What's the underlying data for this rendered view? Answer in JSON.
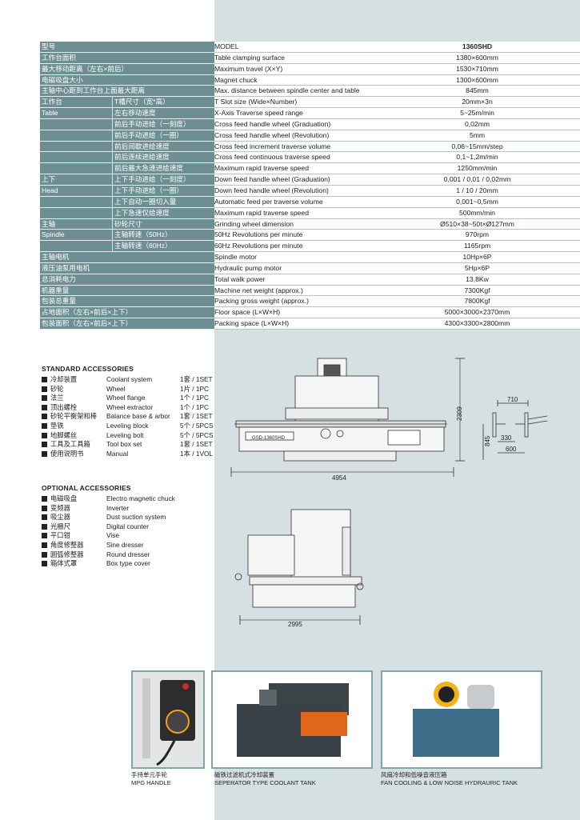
{
  "spec_table": {
    "header": {
      "cn": "型号",
      "en": "MODEL",
      "val": "1360SHD"
    },
    "rows": [
      {
        "cn1": "工作台面积",
        "cn2": "",
        "en": "Table clamping surface",
        "val": "1380×600mm"
      },
      {
        "cn1": "最大移动距离（左右×前后）",
        "cn2": "",
        "en": "Maximum travel (X×Y)",
        "val": "1530×710mm"
      },
      {
        "cn1": "电磁吸盘大小",
        "cn2": "",
        "en": "Magnet chuck",
        "val": "1300×600mm"
      },
      {
        "cn1": "主轴中心距到工作台上面最大距离",
        "cn2": "",
        "en": "Max. distance between spindle center and table",
        "val": "845mm"
      },
      {
        "cn1": "工作台",
        "cn2": "T槽尺寸（宽*高）",
        "en": "T Slot size (Wide×Number)",
        "val": "20mm×3n"
      },
      {
        "cn1": "Table",
        "cn2": "左右移动速度",
        "en": "X-Axis Traverse speed range",
        "val": "5~25m/min"
      },
      {
        "cn1": "",
        "cn2": "前后手动进给（一刻度）",
        "en": "Cross feed handle wheel (Graduation)",
        "val": "0,02mm"
      },
      {
        "cn1": "",
        "cn2": "前后手动进给（一圈）",
        "en": "Cross feed handle wheel (Revolution)",
        "val": "5mm"
      },
      {
        "cn1": "",
        "cn2": "前后间歇进给速度",
        "en": "Cross feed increment traverse volume",
        "val": "0,06~15mm/step"
      },
      {
        "cn1": "",
        "cn2": "前后连续进给速度",
        "en": "Cross feed continuous traverse speed",
        "val": "0,1~1,2m/min"
      },
      {
        "cn1": "",
        "cn2": "前后最大急速进给速度",
        "en": "Maximum rapid traverse speed",
        "val": "1250mm/min"
      },
      {
        "cn1": "上下",
        "cn2": "上下手动进给（一刻度）",
        "en": "Down feed handle wheel (Graduation)",
        "val": "0,001 / 0,01 / 0,02mm"
      },
      {
        "cn1": "Head",
        "cn2": "上下手动进给（一圈）",
        "en": "Down feed handle wheel (Revolution)",
        "val": "1 / 10 / 20mm"
      },
      {
        "cn1": "",
        "cn2": "上下自动一圈切入量",
        "en": "Automatic feed per traverse volume",
        "val": "0,001~0,5mm"
      },
      {
        "cn1": "",
        "cn2": "上下急速仅给速度",
        "en": "Maximum rapid traverse speed",
        "val": "500mm/min"
      },
      {
        "cn1": "主轴",
        "cn2": "砂轮尺寸",
        "en": "Grinding wheel dimension",
        "val": "Ø510×38~50t×Ø127mm"
      },
      {
        "cn1": "Spindle",
        "cn2": "主轴转速（50Hz）",
        "en": "50Hz Revolutions per minute",
        "val": "970rpm"
      },
      {
        "cn1": "",
        "cn2": "主轴转速（60Hz）",
        "en": "60Hz Revolutions per minute",
        "val": "1165rpm"
      },
      {
        "cn1": "主轴电机",
        "cn2": "",
        "en": "Spindle motor",
        "val": "10Hp×6P"
      },
      {
        "cn1": "液压油泵用电机",
        "cn2": "",
        "en": "Hydraulic pump motor",
        "val": "5Hp×6P"
      },
      {
        "cn1": "总消耗电力",
        "cn2": "",
        "en": "Total walk power",
        "val": "13,8Kw"
      },
      {
        "cn1": "机器重量",
        "cn2": "",
        "en": "Machine net weight (approx.)",
        "val": "7300Kgf"
      },
      {
        "cn1": "包装总重量",
        "cn2": "",
        "en": "Packing gross weight (approx.)",
        "val": "7800Kgf"
      },
      {
        "cn1": "占地面积（左右×前后×上下）",
        "cn2": "",
        "en": "Floor space (L×W×H)",
        "val": "5000×3000×2370mm"
      },
      {
        "cn1": "包装面积（左右×前后×上下）",
        "cn2": "",
        "en": "Packing space (L×W×H)",
        "val": "4300×3300×2800mm"
      }
    ]
  },
  "standard_accessories": {
    "title": "STANDARD ACCESSORIES",
    "items": [
      {
        "zh": "冷却装置",
        "en": "Coolant system",
        "qty": "1套 / 1SET"
      },
      {
        "zh": "砂轮",
        "en": "Wheel",
        "qty": "1片 / 1PC"
      },
      {
        "zh": "法兰",
        "en": "Wheel flange",
        "qty": "1个 / 1PC"
      },
      {
        "zh": "顶出螺栓",
        "en": "Wheel extractor",
        "qty": "1个 / 1PC"
      },
      {
        "zh": "砂轮平衡架和棒",
        "en": "Balance base & arbor",
        "qty": "1套 / 1SET"
      },
      {
        "zh": "垫铁",
        "en": "Leveling block",
        "qty": "5个 / 5PCS"
      },
      {
        "zh": "地脚螺丝",
        "en": "Leveling bolt",
        "qty": "5个 / 5PCS"
      },
      {
        "zh": "工具及工具箱",
        "en": "Tool box set",
        "qty": "1套 / 1SET"
      },
      {
        "zh": "使用说明书",
        "en": "Manual",
        "qty": "1本 / 1VOL"
      }
    ]
  },
  "optional_accessories": {
    "title": "OPTIONAL ACCESSORIES",
    "items": [
      {
        "zh": "电磁吸盘",
        "en": "Electro magnetic chuck"
      },
      {
        "zh": "变频器",
        "en": "Inverter"
      },
      {
        "zh": "吸尘器",
        "en": "Dust suction system"
      },
      {
        "zh": "光栅尺",
        "en": "Digital counter"
      },
      {
        "zh": "平口钳",
        "en": "Vise"
      },
      {
        "zh": "角度修整器",
        "en": "Sine dresser"
      },
      {
        "zh": "圆弧修整器",
        "en": "Round dresser"
      },
      {
        "zh": "箱体式罩",
        "en": "Box type cover"
      }
    ]
  },
  "drawings": {
    "front": {
      "width": "4954",
      "height": "2309",
      "model_text": "GSD-1360SHD"
    },
    "side": {
      "d1": "710",
      "d2": "845",
      "d3": "330",
      "d4": "600"
    },
    "end": {
      "width": "2995"
    }
  },
  "photos": [
    {
      "cap_cn": "手持单元手轮",
      "cap_en": "MPG HANDLE"
    },
    {
      "cap_cn": "磁铁过滤机式冷却装置",
      "cap_en": "SEPERATOR TYPE COOLANT TANK"
    },
    {
      "cap_cn": "风扇冷却和低噪音液压箱",
      "cap_en": "FAN COOLING & LOW NOISE HYDRAURIC TANK"
    }
  ]
}
